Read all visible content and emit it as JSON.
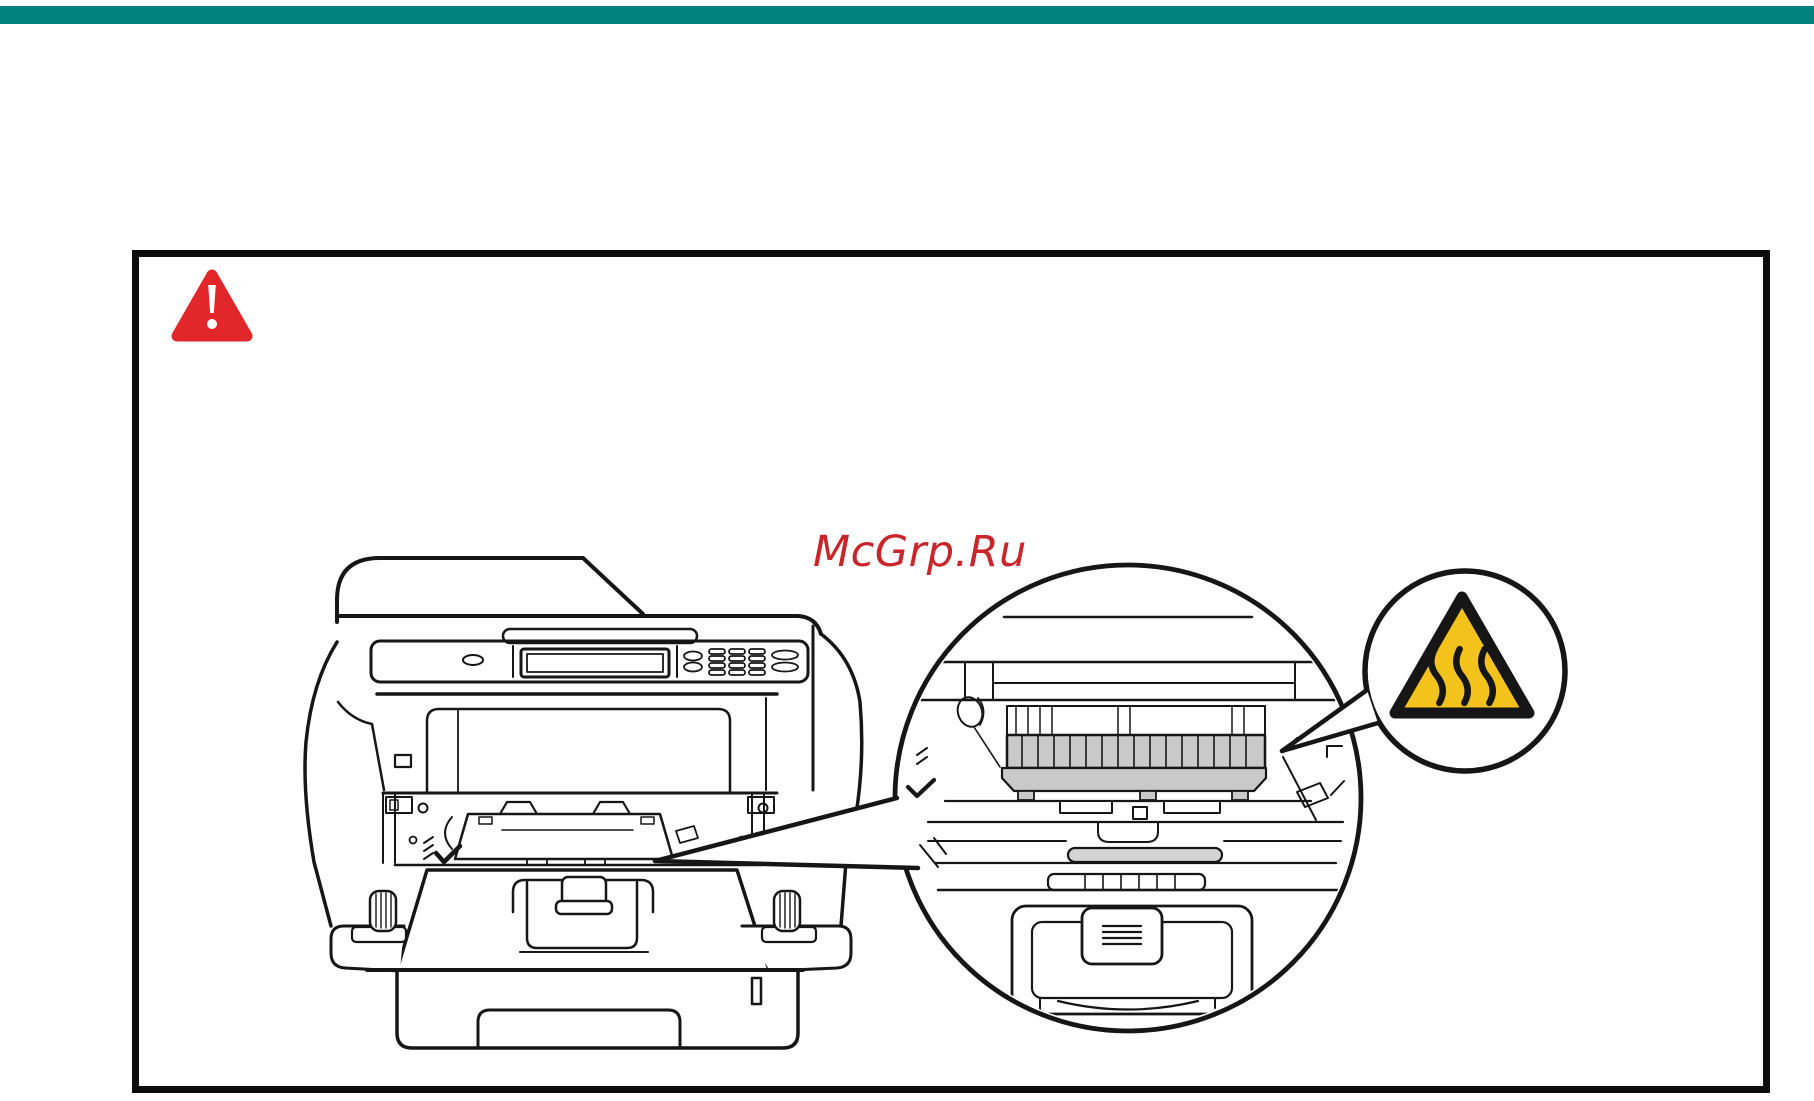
{
  "theme": {
    "teal_bar": "#00827d",
    "ink": "#161616",
    "paper": "#ffffff",
    "warning_red": "#e2272b",
    "watermark_red": "#c9252b",
    "hot_yellow": "#f3c31c",
    "fuser_gray": "#c9c9c9",
    "pill_gray": "#d4d4d4"
  },
  "page": {
    "top_bar": "teal-header-rule",
    "background": "white"
  },
  "content_box": {
    "type": "warning-figure",
    "warning_icon": "red-exclamation-triangle-icon",
    "watermark": {
      "text": "McGrp.Ru"
    },
    "illustration": {
      "subject": "multifunction-laser-printer-front-cover-open",
      "magnified_view": "fuser-unit-inside-front-opening",
      "hot_surface_icon": "hot-surface-warning-triangle-icon"
    }
  }
}
